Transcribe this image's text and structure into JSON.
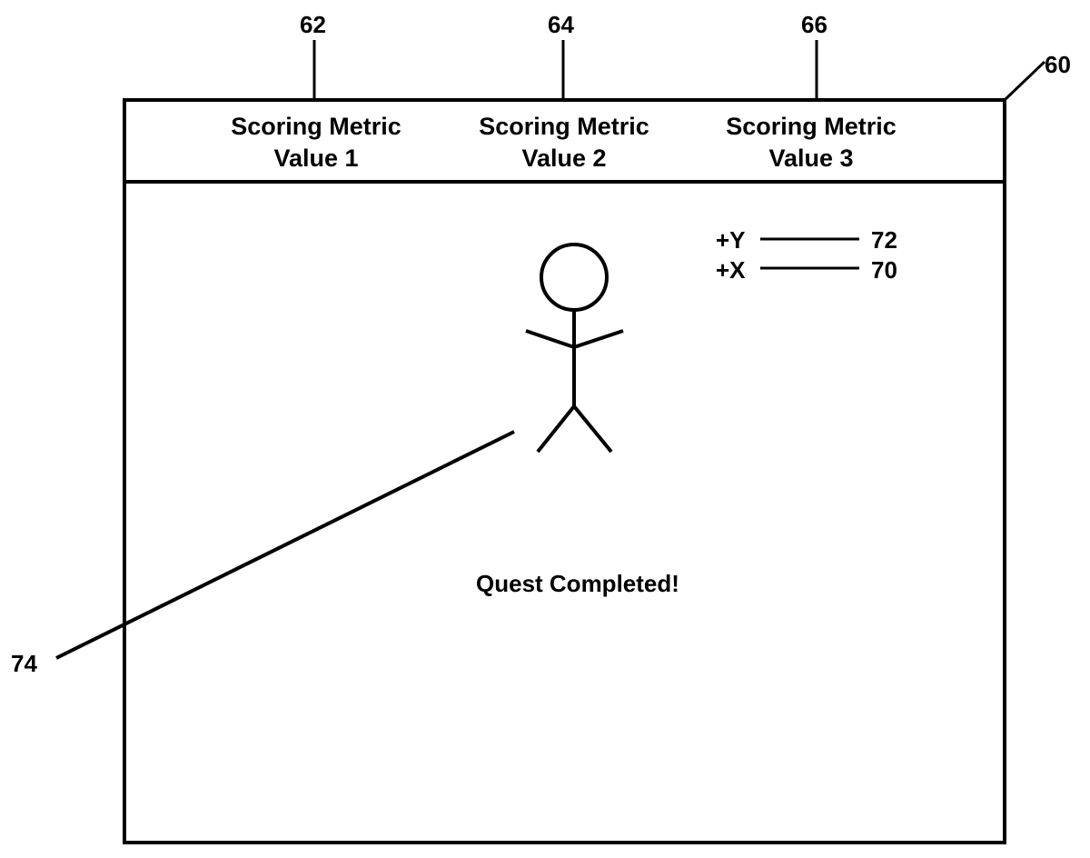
{
  "figure": {
    "reference_numerals": {
      "screen": "60",
      "metric_1": "62",
      "metric_2": "64",
      "metric_3": "66",
      "stat_x": "70",
      "stat_y": "72",
      "avatar": "74"
    },
    "header": {
      "metrics": [
        {
          "line1": "Scoring Metric",
          "line2": "Value 1"
        },
        {
          "line1": "Scoring Metric",
          "line2": "Value 2"
        },
        {
          "line1": "Scoring Metric",
          "line2": "Value 3"
        }
      ]
    },
    "stats": [
      {
        "label": "+Y"
      },
      {
        "label": "+X"
      }
    ],
    "avatar": {
      "icon": "stick-figure-icon"
    },
    "message": "Quest Completed!"
  }
}
